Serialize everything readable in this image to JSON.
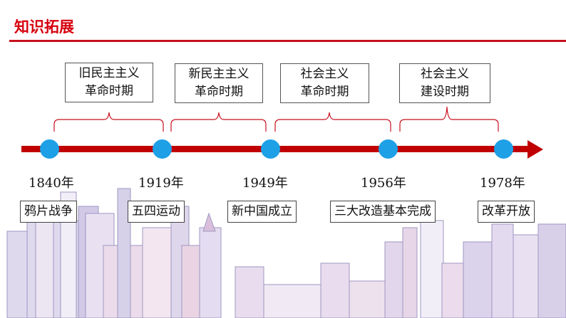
{
  "title": "知识拓展",
  "periods": [
    {
      "line1": "旧民主主义",
      "line2": "革命时期"
    },
    {
      "line1": "新民主主义",
      "line2": "革命时期"
    },
    {
      "line1": "社会主义",
      "line2": "革命时期"
    },
    {
      "line1": "社会主义",
      "line2": "建设时期"
    }
  ],
  "milestones": [
    {
      "year": "1840年",
      "event": "鸦片战争"
    },
    {
      "year": "1919年",
      "event": "五四运动"
    },
    {
      "year": "1949年",
      "event": "新中国成立"
    },
    {
      "year": "1956年",
      "event": "三大改造基本完成"
    },
    {
      "year": "1978年",
      "event": "改革开放"
    }
  ],
  "colors": {
    "title": "#d7000f",
    "axis": "#c00000",
    "dot": "#1ea0e6"
  }
}
